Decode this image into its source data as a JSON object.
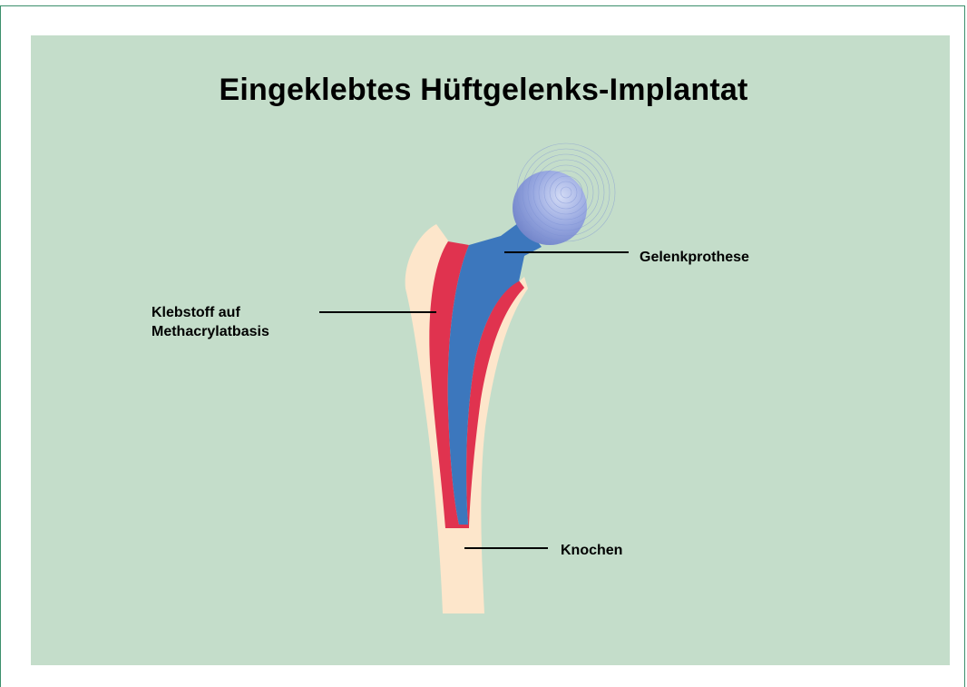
{
  "title": "Eingeklebtes Hüftgelenks-Implantat",
  "labels": {
    "prosthesis": "Gelenkprothese",
    "adhesive_line1": "Klebstoff auf",
    "adhesive_line2": "Methacrylatbasis",
    "bone": "Knochen"
  },
  "colors": {
    "background": "#c4ddca",
    "bone": "#fde6cb",
    "adhesive": "#e0334f",
    "prosthesis": "#3c77bd",
    "ball": "#8d9fdc"
  }
}
